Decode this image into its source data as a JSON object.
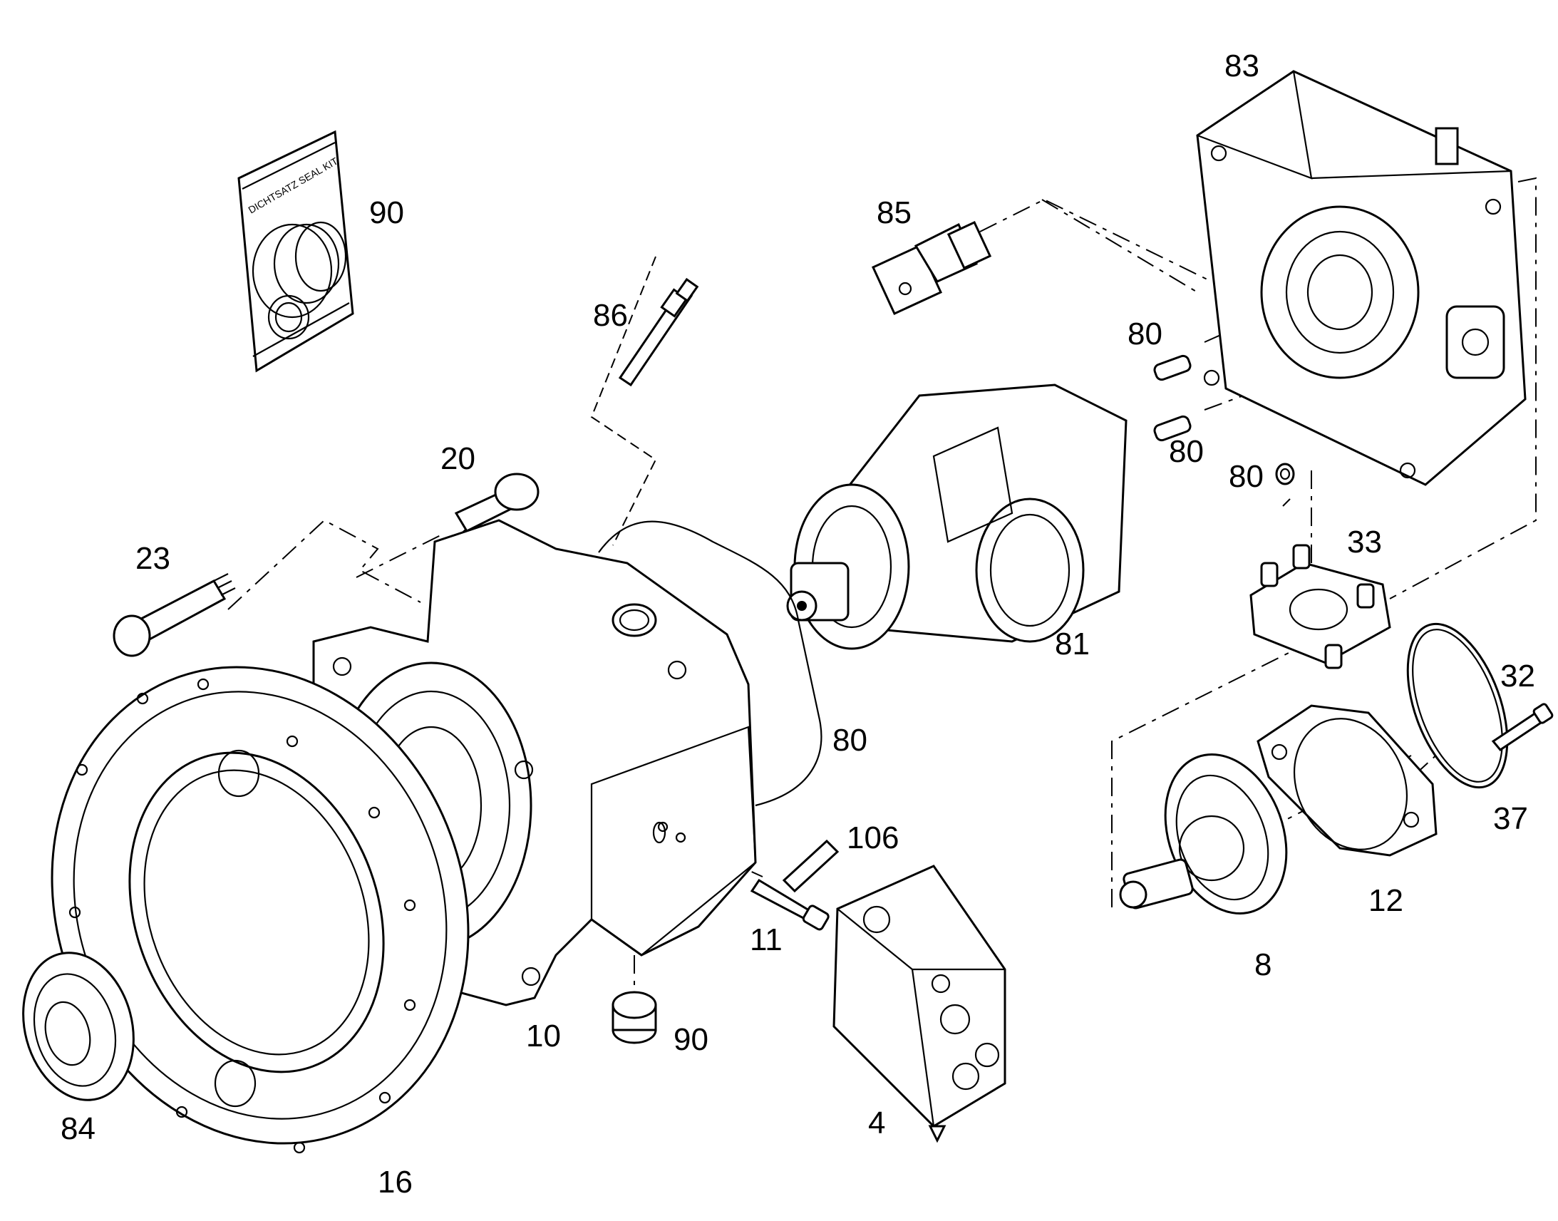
{
  "diagram": {
    "seal_kit_label": "DICHTSATZ SEAL KIT",
    "callouts": {
      "p83": "83",
      "p90_kit": "90",
      "p85": "85",
      "p86": "86",
      "p80_a": "80",
      "p80_b": "80",
      "p80_c": "80",
      "p80_d": "80",
      "p20": "20",
      "p23": "23",
      "p33": "33",
      "p81": "81",
      "p32": "32",
      "p37": "37",
      "p106": "106",
      "p12": "12",
      "p11": "11",
      "p8": "8",
      "p10": "10",
      "p90_plug": "90",
      "p84": "84",
      "p4": "4",
      "p16": "16"
    }
  }
}
